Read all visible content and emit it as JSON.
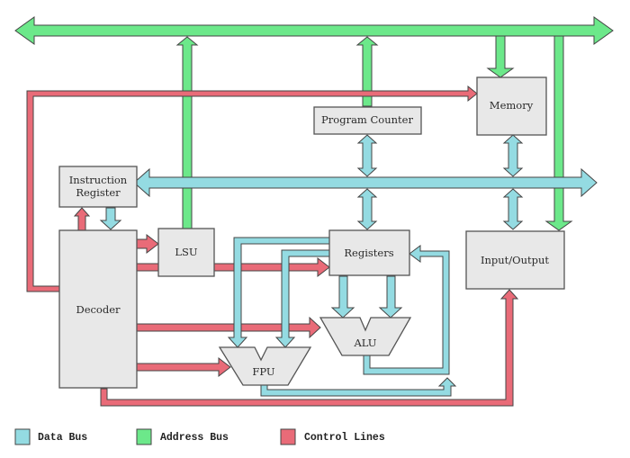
{
  "diagram": {
    "title": "CPU block diagram",
    "colors": {
      "data_bus": "#94dbe2",
      "address_bus": "#6ce88a",
      "control_lines": "#e96b78",
      "block_fill": "#e8e8e8",
      "outline": "#444444"
    },
    "blocks": {
      "memory": "Memory",
      "program_counter": "Program Counter",
      "instruction_register_line1": "Instruction",
      "instruction_register_line2": "Register",
      "lsu": "LSU",
      "registers": "Registers",
      "input_output": "Input/Output",
      "decoder": "Decoder",
      "alu": "ALU",
      "fpu": "FPU"
    },
    "legend": [
      {
        "label": "Data Bus",
        "color": "#94dbe2"
      },
      {
        "label": "Address Bus",
        "color": "#6ce88a"
      },
      {
        "label": "Control Lines",
        "color": "#e96b78"
      }
    ]
  }
}
